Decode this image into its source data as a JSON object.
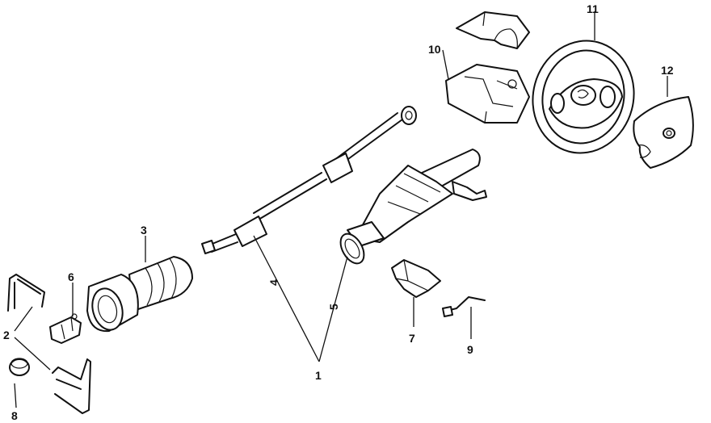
{
  "callouts": {
    "c1": "1",
    "c2": "2",
    "c3": "3",
    "c4": "4",
    "c5": "5",
    "c6": "6",
    "c7": "7",
    "c8": "8",
    "c9": "9",
    "c10": "10",
    "c11": "11",
    "c12": "12"
  },
  "colors": {
    "line": "#111111",
    "background": "#ffffff"
  }
}
